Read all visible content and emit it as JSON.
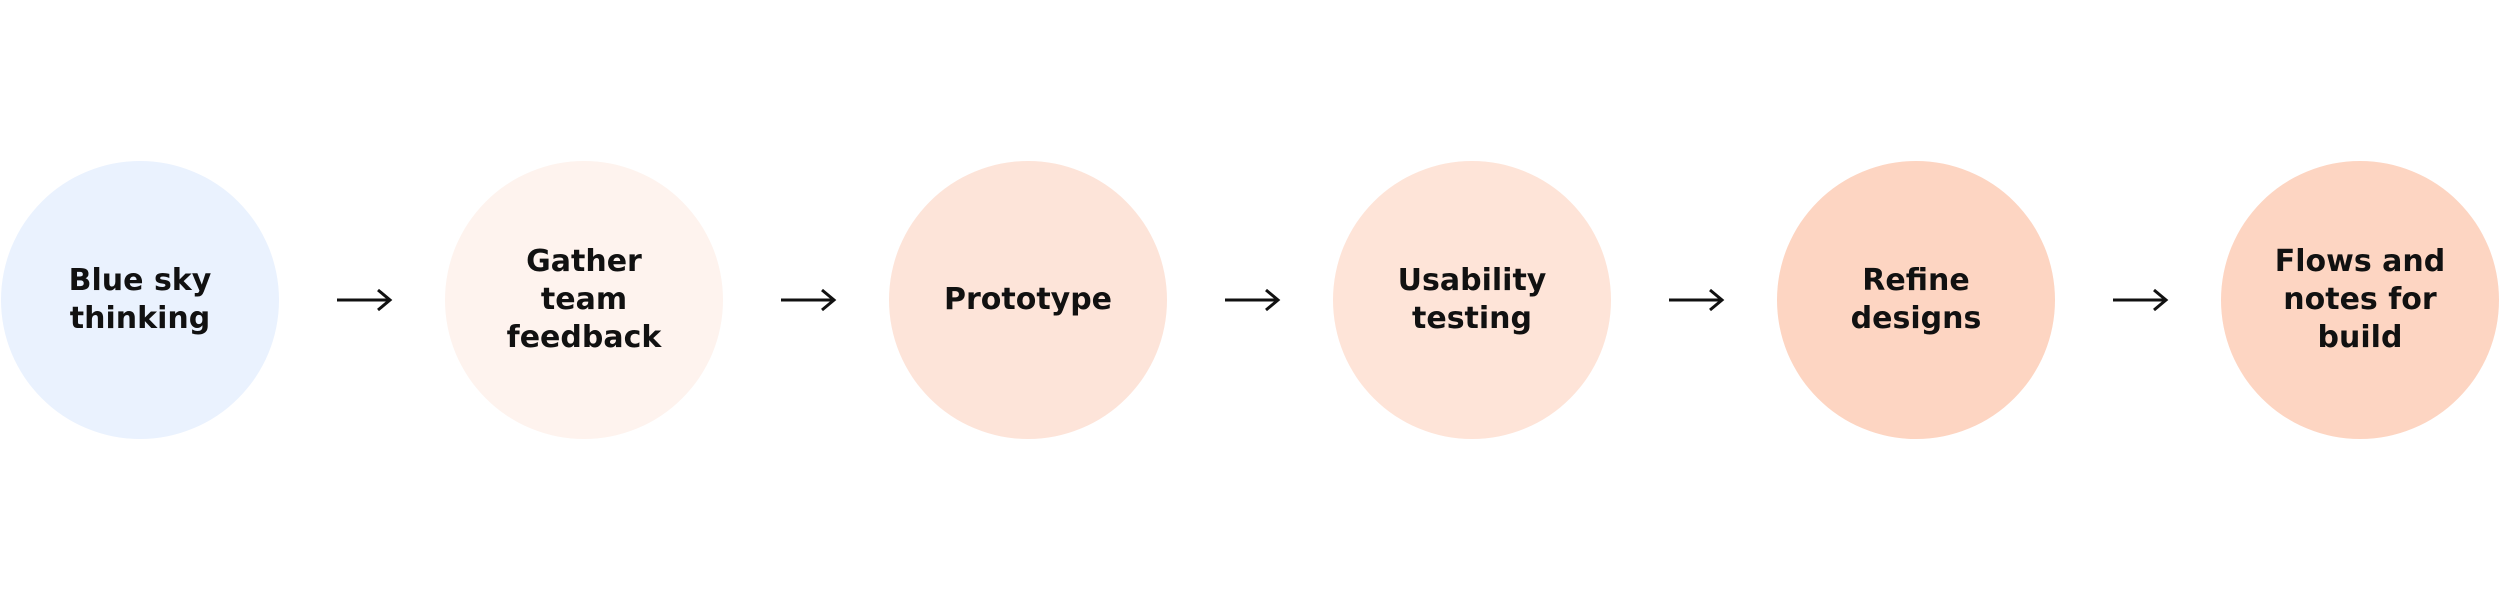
{
  "steps": [
    {
      "label": "Blue sky\nthinking",
      "color": "#EAF2FE"
    },
    {
      "label": "Gather\nteam\nfeedback",
      "color": "#FEF3EE"
    },
    {
      "label": "Prototype",
      "color": "#FDE4D9"
    },
    {
      "label": "Usability\ntesting",
      "color": "#FEE4D8"
    },
    {
      "label": "Refine\ndesigns",
      "color": "#FDD5C2"
    },
    {
      "label": "Flows and\nnotes for\nbuild",
      "color": "#FDD5C2"
    }
  ],
  "arrows": [
    {
      "icon": "arrow-right-icon"
    },
    {
      "icon": "arrow-right-icon"
    },
    {
      "icon": "arrow-right-icon"
    },
    {
      "icon": "arrow-right-icon"
    },
    {
      "icon": "arrow-right-icon"
    }
  ],
  "colors": {
    "arrow": "#111111",
    "text": "#111111",
    "background": "#FFFFFF"
  }
}
